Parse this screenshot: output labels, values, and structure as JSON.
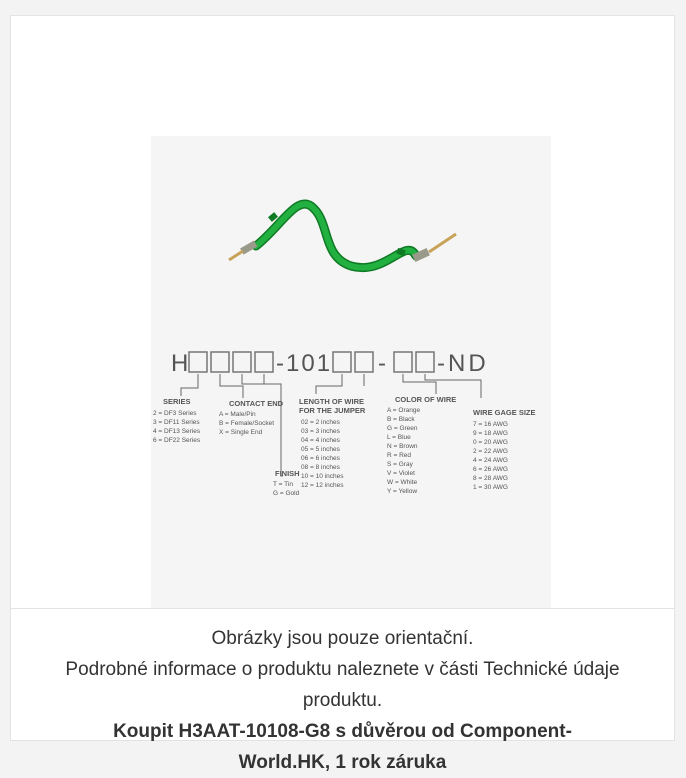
{
  "product_image": {
    "code_parts": [
      "H",
      "-101",
      "-",
      "-ND"
    ],
    "legend": {
      "series": {
        "title": "SERIES",
        "items": [
          "2 = DF3 Series",
          "3 = DF11 Series",
          "4 = DF13 Series",
          "6 = DF22 Series"
        ]
      },
      "contact_end": {
        "title": "CONTACT END",
        "items": [
          "A = Male/Pin",
          "B = Female/Socket",
          "X = Single End"
        ]
      },
      "finish": {
        "title": "FINISH",
        "items": [
          "T = Tin",
          "G = Gold"
        ]
      },
      "length": {
        "title_line1": "LENGTH OF WIRE",
        "title_line2": "FOR THE JUMPER",
        "items": [
          "02 = 2 inches",
          "03 = 3 inches",
          "04 = 4 inches",
          "05 = 5 inches",
          "06 = 6 inches",
          "08 = 8 inches",
          "10 = 10 inches",
          "12 = 12 inches"
        ]
      },
      "color": {
        "title": "COLOR OF WIRE",
        "items": [
          "A = Orange",
          "B = Black",
          "G = Green",
          "L = Blue",
          "N = Brown",
          "R = Red",
          "S = Gray",
          "V = Violet",
          "W = White",
          "Y = Yellow"
        ]
      },
      "gage": {
        "title": "WIRE GAGE SIZE",
        "items": [
          "7 = 16 AWG",
          "9 = 18 AWG",
          "0 = 20 AWG",
          "2 = 22 AWG",
          "4 = 24 AWG",
          "6 = 26 AWG",
          "8 = 28 AWG",
          "1 = 30 AWG"
        ]
      }
    },
    "colors": {
      "wire": "#1fa83a",
      "wire_dark": "#0f7a24",
      "pin": "#c9a25a",
      "text": "#555555"
    }
  },
  "caption": {
    "line1": "Obrázky jsou pouze orientační.",
    "line2": "Podrobné informace o produktu naleznete v části Technické údaje produktu.",
    "buy": "Koupit H3AAT-10108-G8 s důvěrou od Component-World.HK, 1 rok záruka"
  }
}
